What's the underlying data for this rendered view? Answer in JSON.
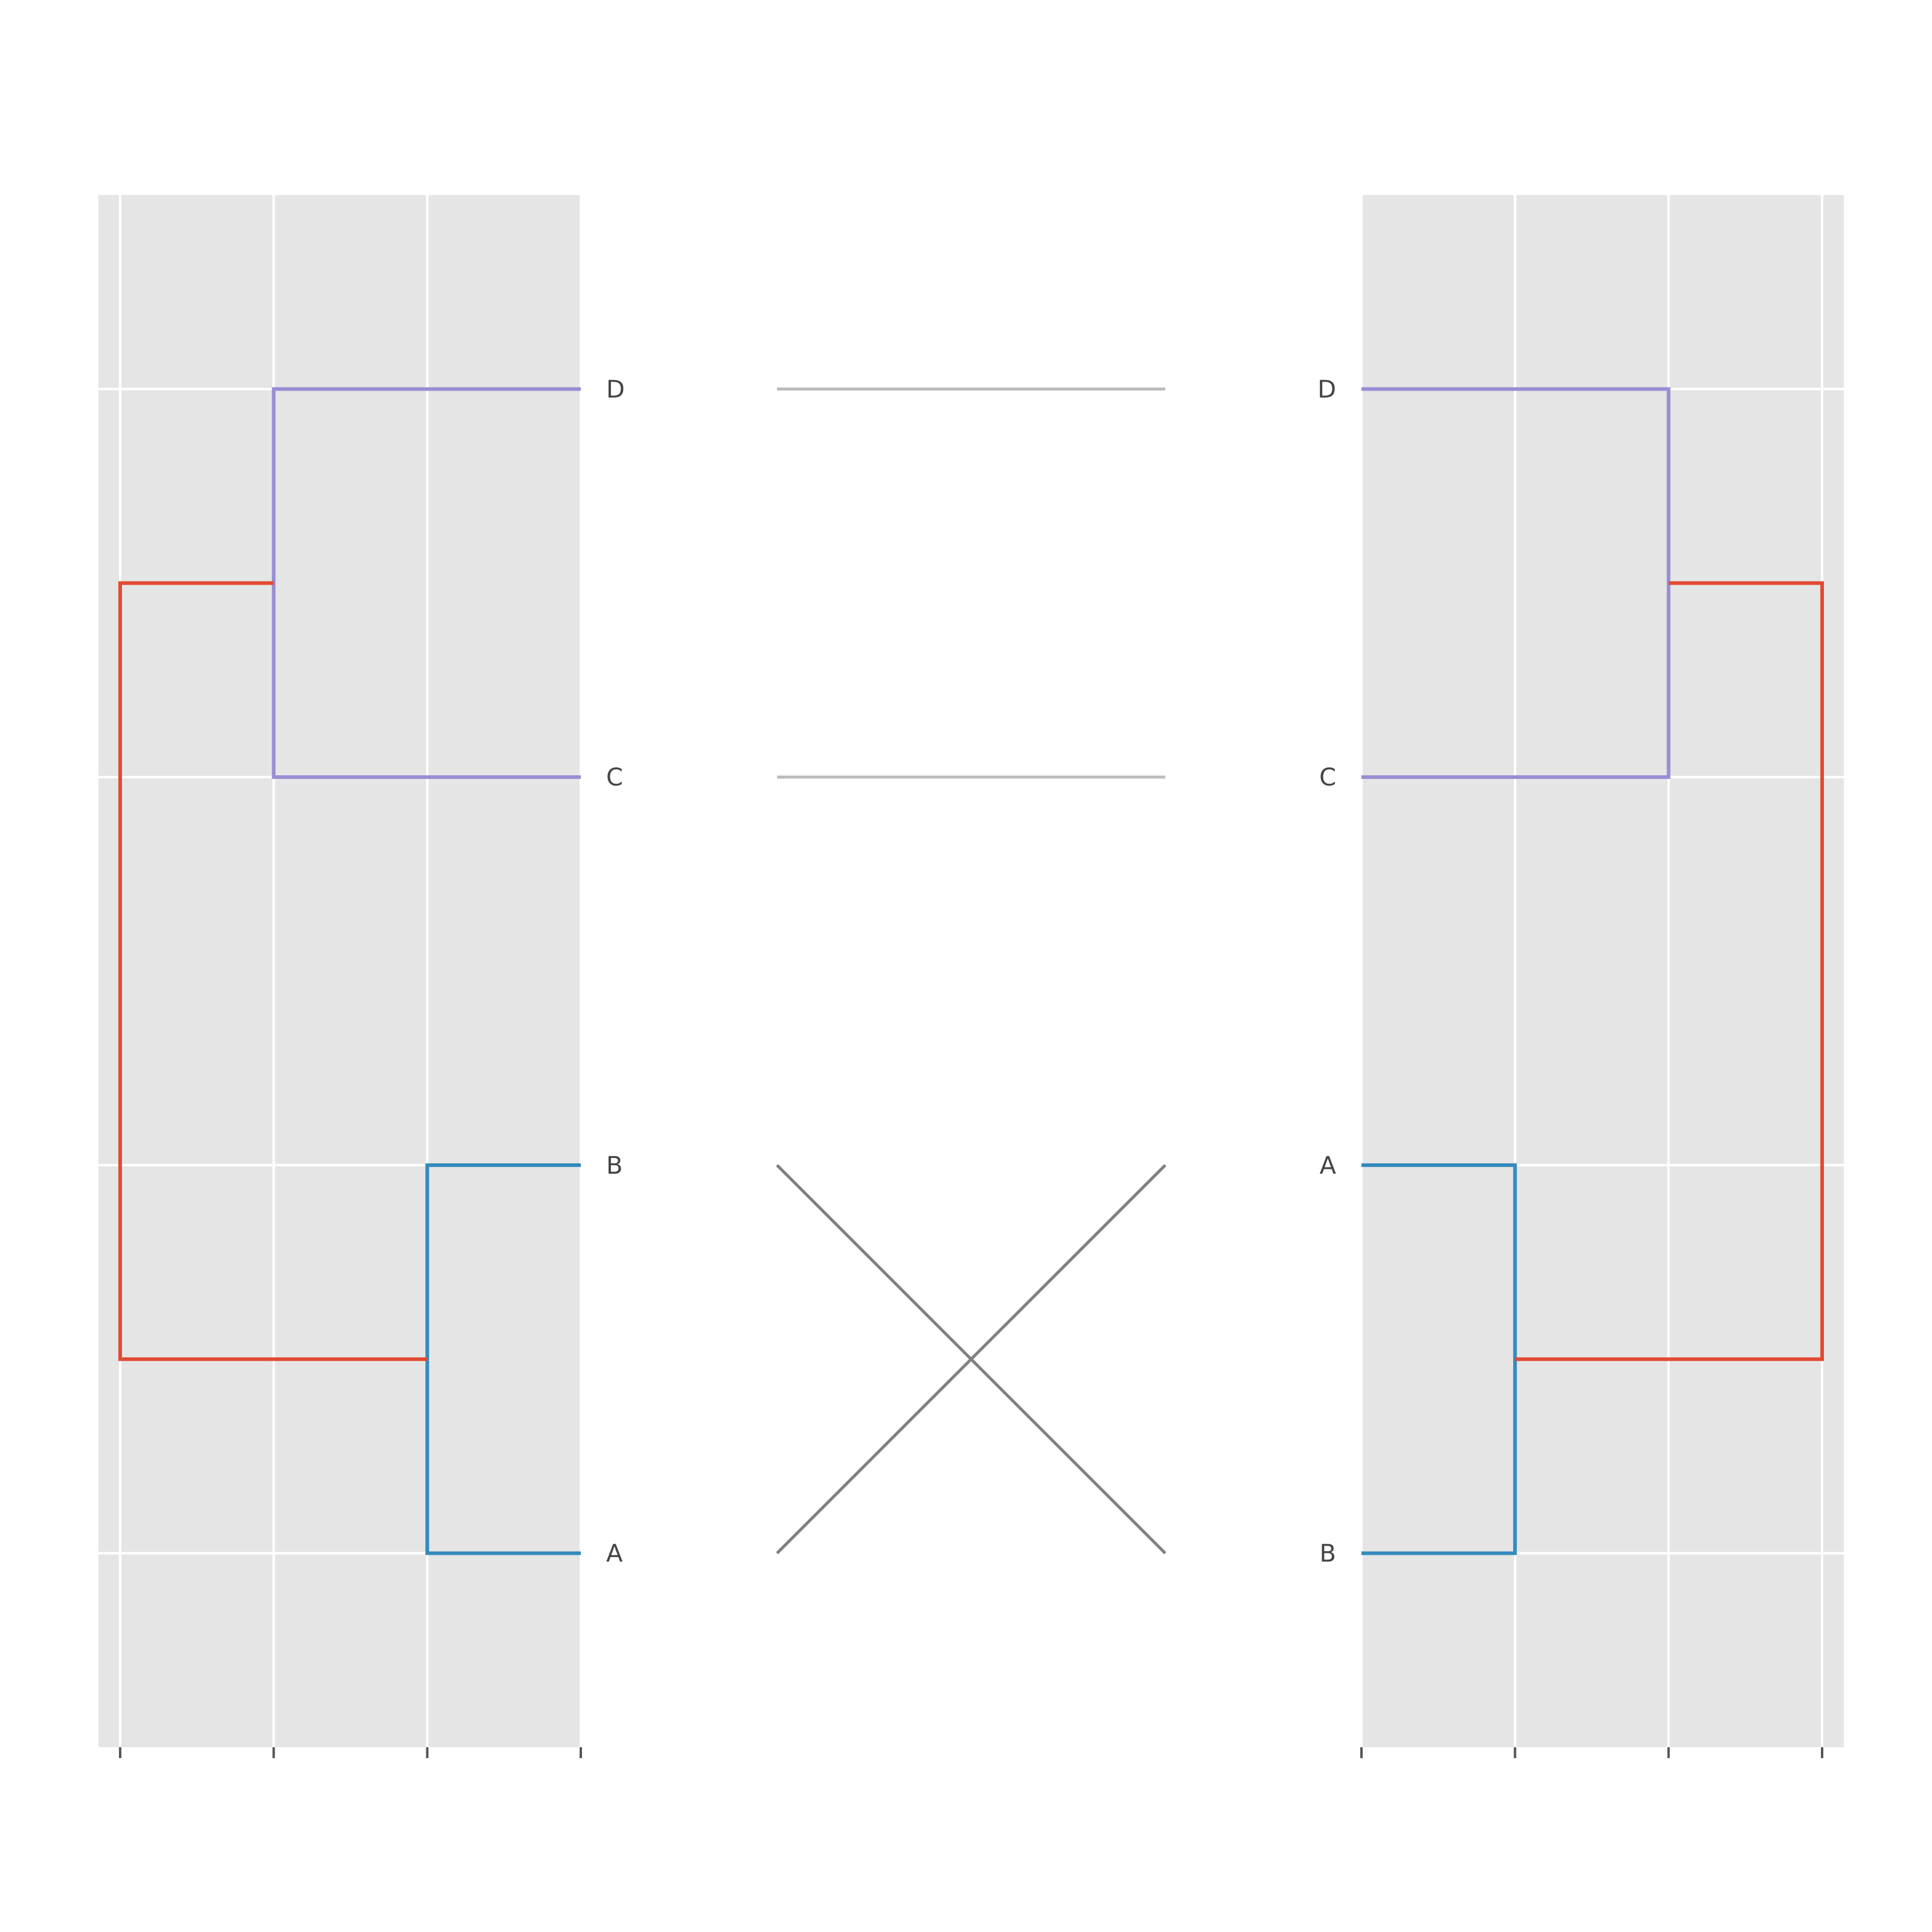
{
  "chart_data": {
    "type": "tanglegram",
    "title": "",
    "axes_background": "#E5E5E5",
    "grid": true,
    "grid_color": "#FFFFFF",
    "left_leaf_order": [
      "A",
      "B",
      "C",
      "D"
    ],
    "right_leaf_order": [
      "B",
      "A",
      "C",
      "D"
    ],
    "ylim": [
      0,
      4
    ],
    "leaf_positions": [
      0.5,
      1.5,
      2.5,
      3.5
    ],
    "left_dendrogram": {
      "xlim": [
        3.0,
        0.0
      ],
      "x_ticks": [
        3,
        2,
        1,
        0
      ],
      "x_tick_labels": [
        "",
        "",
        "",
        ""
      ],
      "links": [
        {
          "merge": [
            "A",
            "B"
          ],
          "height": 1.0,
          "color": "#348ABD"
        },
        {
          "merge": [
            "C",
            "D"
          ],
          "height": 2.0,
          "color": "#988ED5"
        },
        {
          "merge": [
            "AB",
            "CD"
          ],
          "height": 3.0,
          "color": "#E24A33"
        }
      ]
    },
    "right_dendrogram": {
      "xlim": [
        0.0,
        3.0
      ],
      "x_ticks": [
        0,
        1,
        2,
        3
      ],
      "x_tick_labels": [
        "",
        "",
        "",
        ""
      ],
      "links": [
        {
          "merge": [
            "B",
            "A"
          ],
          "height": 1.0,
          "color": "#348ABD"
        },
        {
          "merge": [
            "C",
            "D"
          ],
          "height": 2.0,
          "color": "#988ED5"
        },
        {
          "merge": [
            "BA",
            "CD"
          ],
          "height": 3.0,
          "color": "#E24A33"
        }
      ]
    },
    "connectors": [
      {
        "leaf": "A",
        "color": "#808080"
      },
      {
        "leaf": "B",
        "color": "#808080"
      },
      {
        "leaf": "C",
        "color": "#BBBBBB"
      },
      {
        "leaf": "D",
        "color": "#BBBBBB"
      }
    ]
  }
}
